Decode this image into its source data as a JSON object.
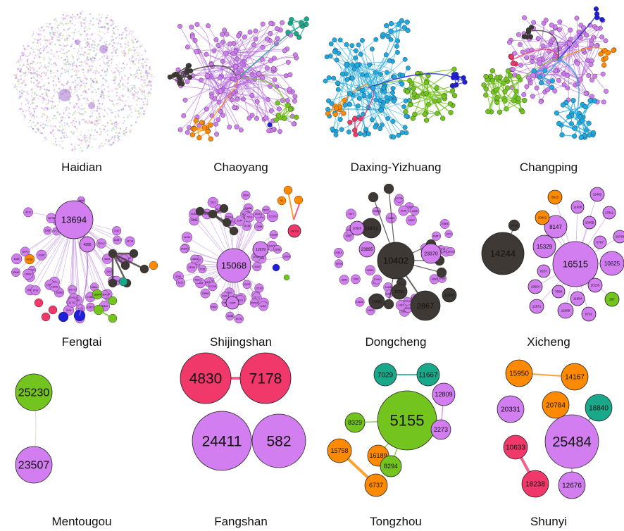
{
  "colors": {
    "purple": "#d27ef0",
    "purple_edge": "#b366e0",
    "dark": "#3e3935",
    "green": "#73c41e",
    "teal": "#1aa88a",
    "orange": "#ff8a00",
    "red": "#f0386b",
    "blue": "#1f1fd9",
    "cyan": "#1fa9e1",
    "border": "#222222",
    "edge": "#aaaaaa"
  },
  "panels": [
    {
      "name": "Haidian",
      "layout": "dense"
    },
    {
      "name": "Chaoyang",
      "layout": "cluster"
    },
    {
      "name": "Daxing-Yizhuang",
      "layout": "cluster"
    },
    {
      "name": "Changping",
      "layout": "cluster"
    },
    {
      "name": "Fengtai",
      "layout": "labeled",
      "nodes": [
        {
          "id": "13694",
          "color": "purple",
          "size": "hub"
        },
        {
          "id": "4395",
          "color": "purple",
          "size": "medium"
        },
        {
          "id": "8258",
          "color": "orange",
          "size": "small"
        },
        {
          "id": "18344",
          "color": "green",
          "size": "small"
        }
      ]
    },
    {
      "name": "Shijingshan",
      "layout": "labeled",
      "nodes": [
        {
          "id": "15068",
          "color": "purple",
          "size": "hub"
        },
        {
          "id": "12079",
          "color": "purple",
          "size": "medium"
        },
        {
          "id": "12109",
          "color": "purple",
          "size": "small"
        },
        {
          "id": "2325",
          "color": "purple",
          "size": "small"
        },
        {
          "id": "14729",
          "color": "red",
          "size": "small"
        },
        {
          "id": "91",
          "color": "orange",
          "size": "small"
        }
      ]
    },
    {
      "name": "Dongcheng",
      "layout": "labeled",
      "nodes": [
        {
          "id": "10402",
          "color": "dark",
          "size": "hub"
        },
        {
          "id": "2867",
          "color": "dark",
          "size": "large"
        },
        {
          "id": "24491",
          "color": "dark",
          "size": "medium"
        },
        {
          "id": "23370",
          "color": "purple",
          "size": "medium"
        },
        {
          "id": "23895",
          "color": "purple",
          "size": "medium"
        },
        {
          "id": "10529",
          "color": "purple",
          "size": "small"
        },
        {
          "id": "12282",
          "color": "dark",
          "size": "small"
        },
        {
          "id": "13633",
          "color": "dark",
          "size": "small"
        },
        {
          "id": "11896",
          "color": "dark",
          "size": "small"
        }
      ]
    },
    {
      "name": "Xicheng",
      "layout": "labeled",
      "nodes": [
        {
          "id": "16515",
          "color": "purple",
          "size": "hub"
        },
        {
          "id": "14244",
          "color": "dark",
          "size": "hub"
        },
        {
          "id": "15329",
          "color": "purple",
          "size": "medium"
        },
        {
          "id": "8147",
          "color": "purple",
          "size": "medium"
        },
        {
          "id": "10625",
          "color": "purple",
          "size": "medium"
        },
        {
          "id": "10901",
          "color": "orange",
          "size": "small"
        },
        {
          "id": "8615",
          "color": "orange",
          "size": "small"
        },
        {
          "id": "297",
          "color": "green",
          "size": "small"
        },
        {
          "id": "16482",
          "color": "purple",
          "size": "small"
        },
        {
          "id": "11656",
          "color": "purple",
          "size": "small"
        },
        {
          "id": "17911",
          "color": "purple",
          "size": "small"
        },
        {
          "id": "10455",
          "color": "purple",
          "size": "small"
        },
        {
          "id": "6787",
          "color": "purple",
          "size": "small"
        },
        {
          "id": "18743",
          "color": "purple",
          "size": "small"
        },
        {
          "id": "8237",
          "color": "purple",
          "size": "small"
        },
        {
          "id": "13564",
          "color": "purple",
          "size": "small"
        },
        {
          "id": "7608",
          "color": "purple",
          "size": "small"
        },
        {
          "id": "20150",
          "color": "purple",
          "size": "small"
        },
        {
          "id": "11854",
          "color": "purple",
          "size": "small"
        },
        {
          "id": "12971",
          "color": "purple",
          "size": "small"
        },
        {
          "id": "12069",
          "color": "purple",
          "size": "small"
        },
        {
          "id": "8731",
          "color": "purple",
          "size": "small"
        }
      ]
    },
    {
      "name": "Mentougou",
      "layout": "labeled",
      "nodes": [
        {
          "id": "25230",
          "color": "green"
        },
        {
          "id": "23507",
          "color": "purple"
        }
      ]
    },
    {
      "name": "Fangshan",
      "layout": "labeled",
      "nodes": [
        {
          "id": "4830",
          "color": "red"
        },
        {
          "id": "7178",
          "color": "red"
        },
        {
          "id": "24411",
          "color": "purple"
        },
        {
          "id": "582",
          "color": "purple"
        }
      ]
    },
    {
      "name": "Tongzhou",
      "layout": "labeled",
      "nodes": [
        {
          "id": "5155",
          "color": "green"
        },
        {
          "id": "7029",
          "color": "teal"
        },
        {
          "id": "11667",
          "color": "teal"
        },
        {
          "id": "12809",
          "color": "purple"
        },
        {
          "id": "8329",
          "color": "green"
        },
        {
          "id": "2273",
          "color": "purple"
        },
        {
          "id": "15758",
          "color": "orange"
        },
        {
          "id": "16189",
          "color": "orange"
        },
        {
          "id": "8294",
          "color": "green"
        },
        {
          "id": "6737",
          "color": "orange"
        }
      ]
    },
    {
      "name": "Shunyi",
      "layout": "labeled",
      "nodes": [
        {
          "id": "15950",
          "color": "orange"
        },
        {
          "id": "14167",
          "color": "orange"
        },
        {
          "id": "20784",
          "color": "orange"
        },
        {
          "id": "20331",
          "color": "purple"
        },
        {
          "id": "18840",
          "color": "teal"
        },
        {
          "id": "25484",
          "color": "purple"
        },
        {
          "id": "10633",
          "color": "red"
        },
        {
          "id": "18238",
          "color": "red"
        },
        {
          "id": "12676",
          "color": "purple"
        }
      ]
    }
  ]
}
